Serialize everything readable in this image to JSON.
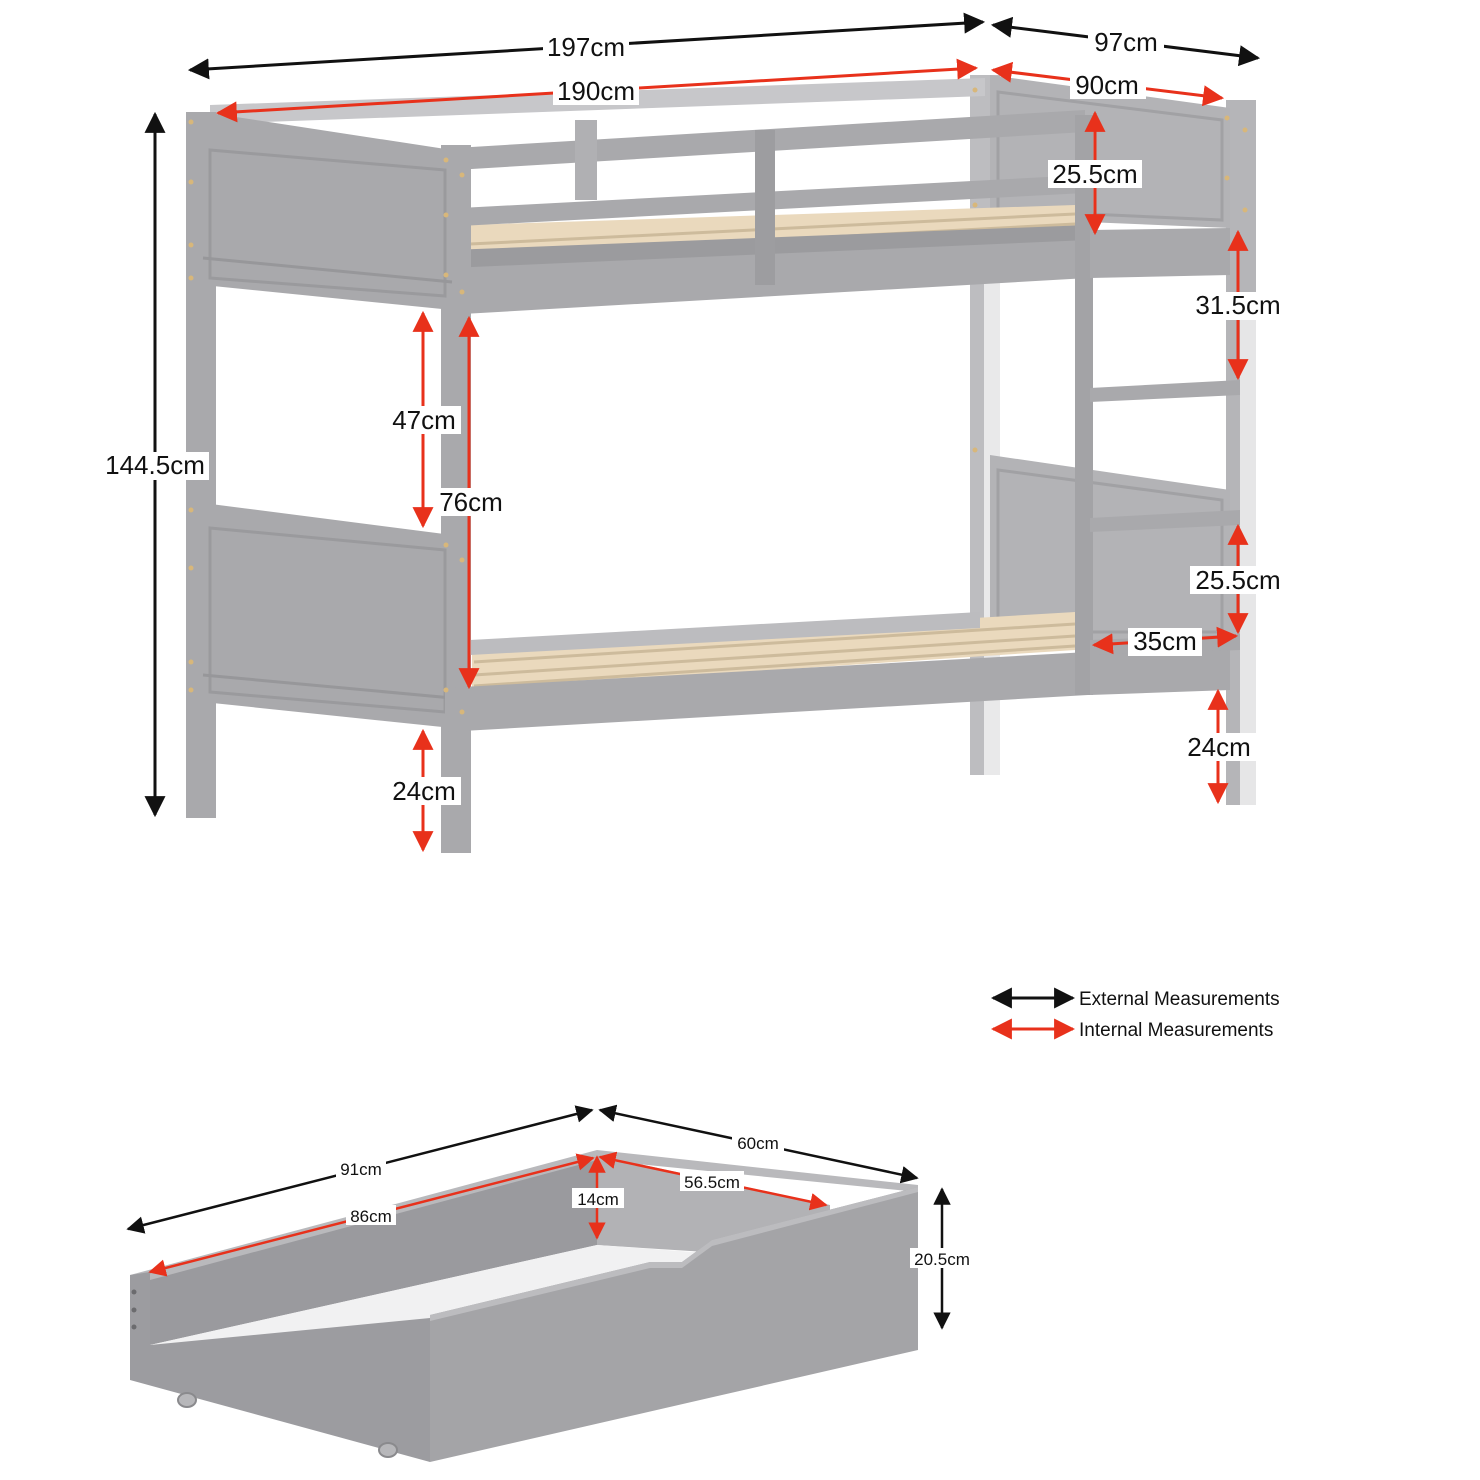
{
  "colors": {
    "frame": "#a9a9ac",
    "frame_dark": "#8f8f93",
    "frame_light": "#c4c4c7",
    "slat": "#e8d8bf",
    "external_arrow": "#111111",
    "internal_arrow": "#e8311b",
    "drawer": "#a3a3a6",
    "drawer_dark": "#8c8c90"
  },
  "bed_dimensions": {
    "total_length": "197cm",
    "internal_length": "190cm",
    "total_width": "97cm",
    "internal_width": "90cm",
    "total_height": "144.5cm",
    "guard_rail_height": "25.5cm",
    "ladder_top_gap": "31.5cm",
    "bunk_clearance": "47cm",
    "lower_to_upper": "76cm",
    "ladder_bottom_gap": "25.5cm",
    "ladder_width": "35cm",
    "floor_clearance_front": "24cm",
    "floor_clearance_back": "24cm"
  },
  "legend": {
    "external": "External Measurements",
    "internal": "Internal Measurements"
  },
  "drawer_dimensions": {
    "external_length": "91cm",
    "internal_length": "86cm",
    "external_depth": "60cm",
    "internal_depth": "56.5cm",
    "internal_height": "14cm",
    "external_height": "20.5cm"
  }
}
